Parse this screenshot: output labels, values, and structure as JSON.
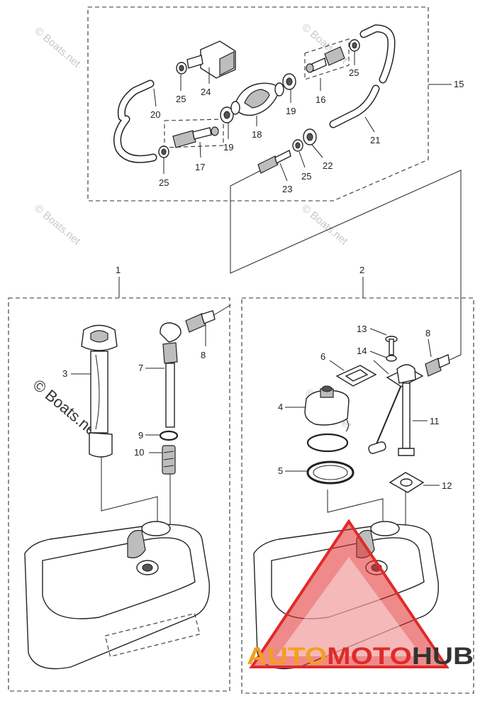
{
  "callouts": {
    "c1": "1",
    "c2": "2",
    "c3": "3",
    "c4": "4",
    "c5": "5",
    "c6": "6",
    "c7": "7",
    "c8a": "8",
    "c8b": "8",
    "c9": "9",
    "c10": "10",
    "c11": "11",
    "c12": "12",
    "c13": "13",
    "c14": "14",
    "c15": "15",
    "c16": "16",
    "c17": "17",
    "c18": "18",
    "c19a": "19",
    "c19b": "19",
    "c20": "20",
    "c21": "21",
    "c22": "22",
    "c23": "23",
    "c24": "24",
    "c25a": "25",
    "c25b": "25",
    "c25c": "25",
    "c25d": "25"
  },
  "watermarks": {
    "copyright": "© Boats.net",
    "big_copyright": "© Boats.net"
  },
  "brand_logo": {
    "part1": "AUTO",
    "part2": "MOTO",
    "part3": "HUB",
    "color_orange": "#f2a020",
    "color_red": "#e02a2a",
    "color_dark": "#333333"
  }
}
